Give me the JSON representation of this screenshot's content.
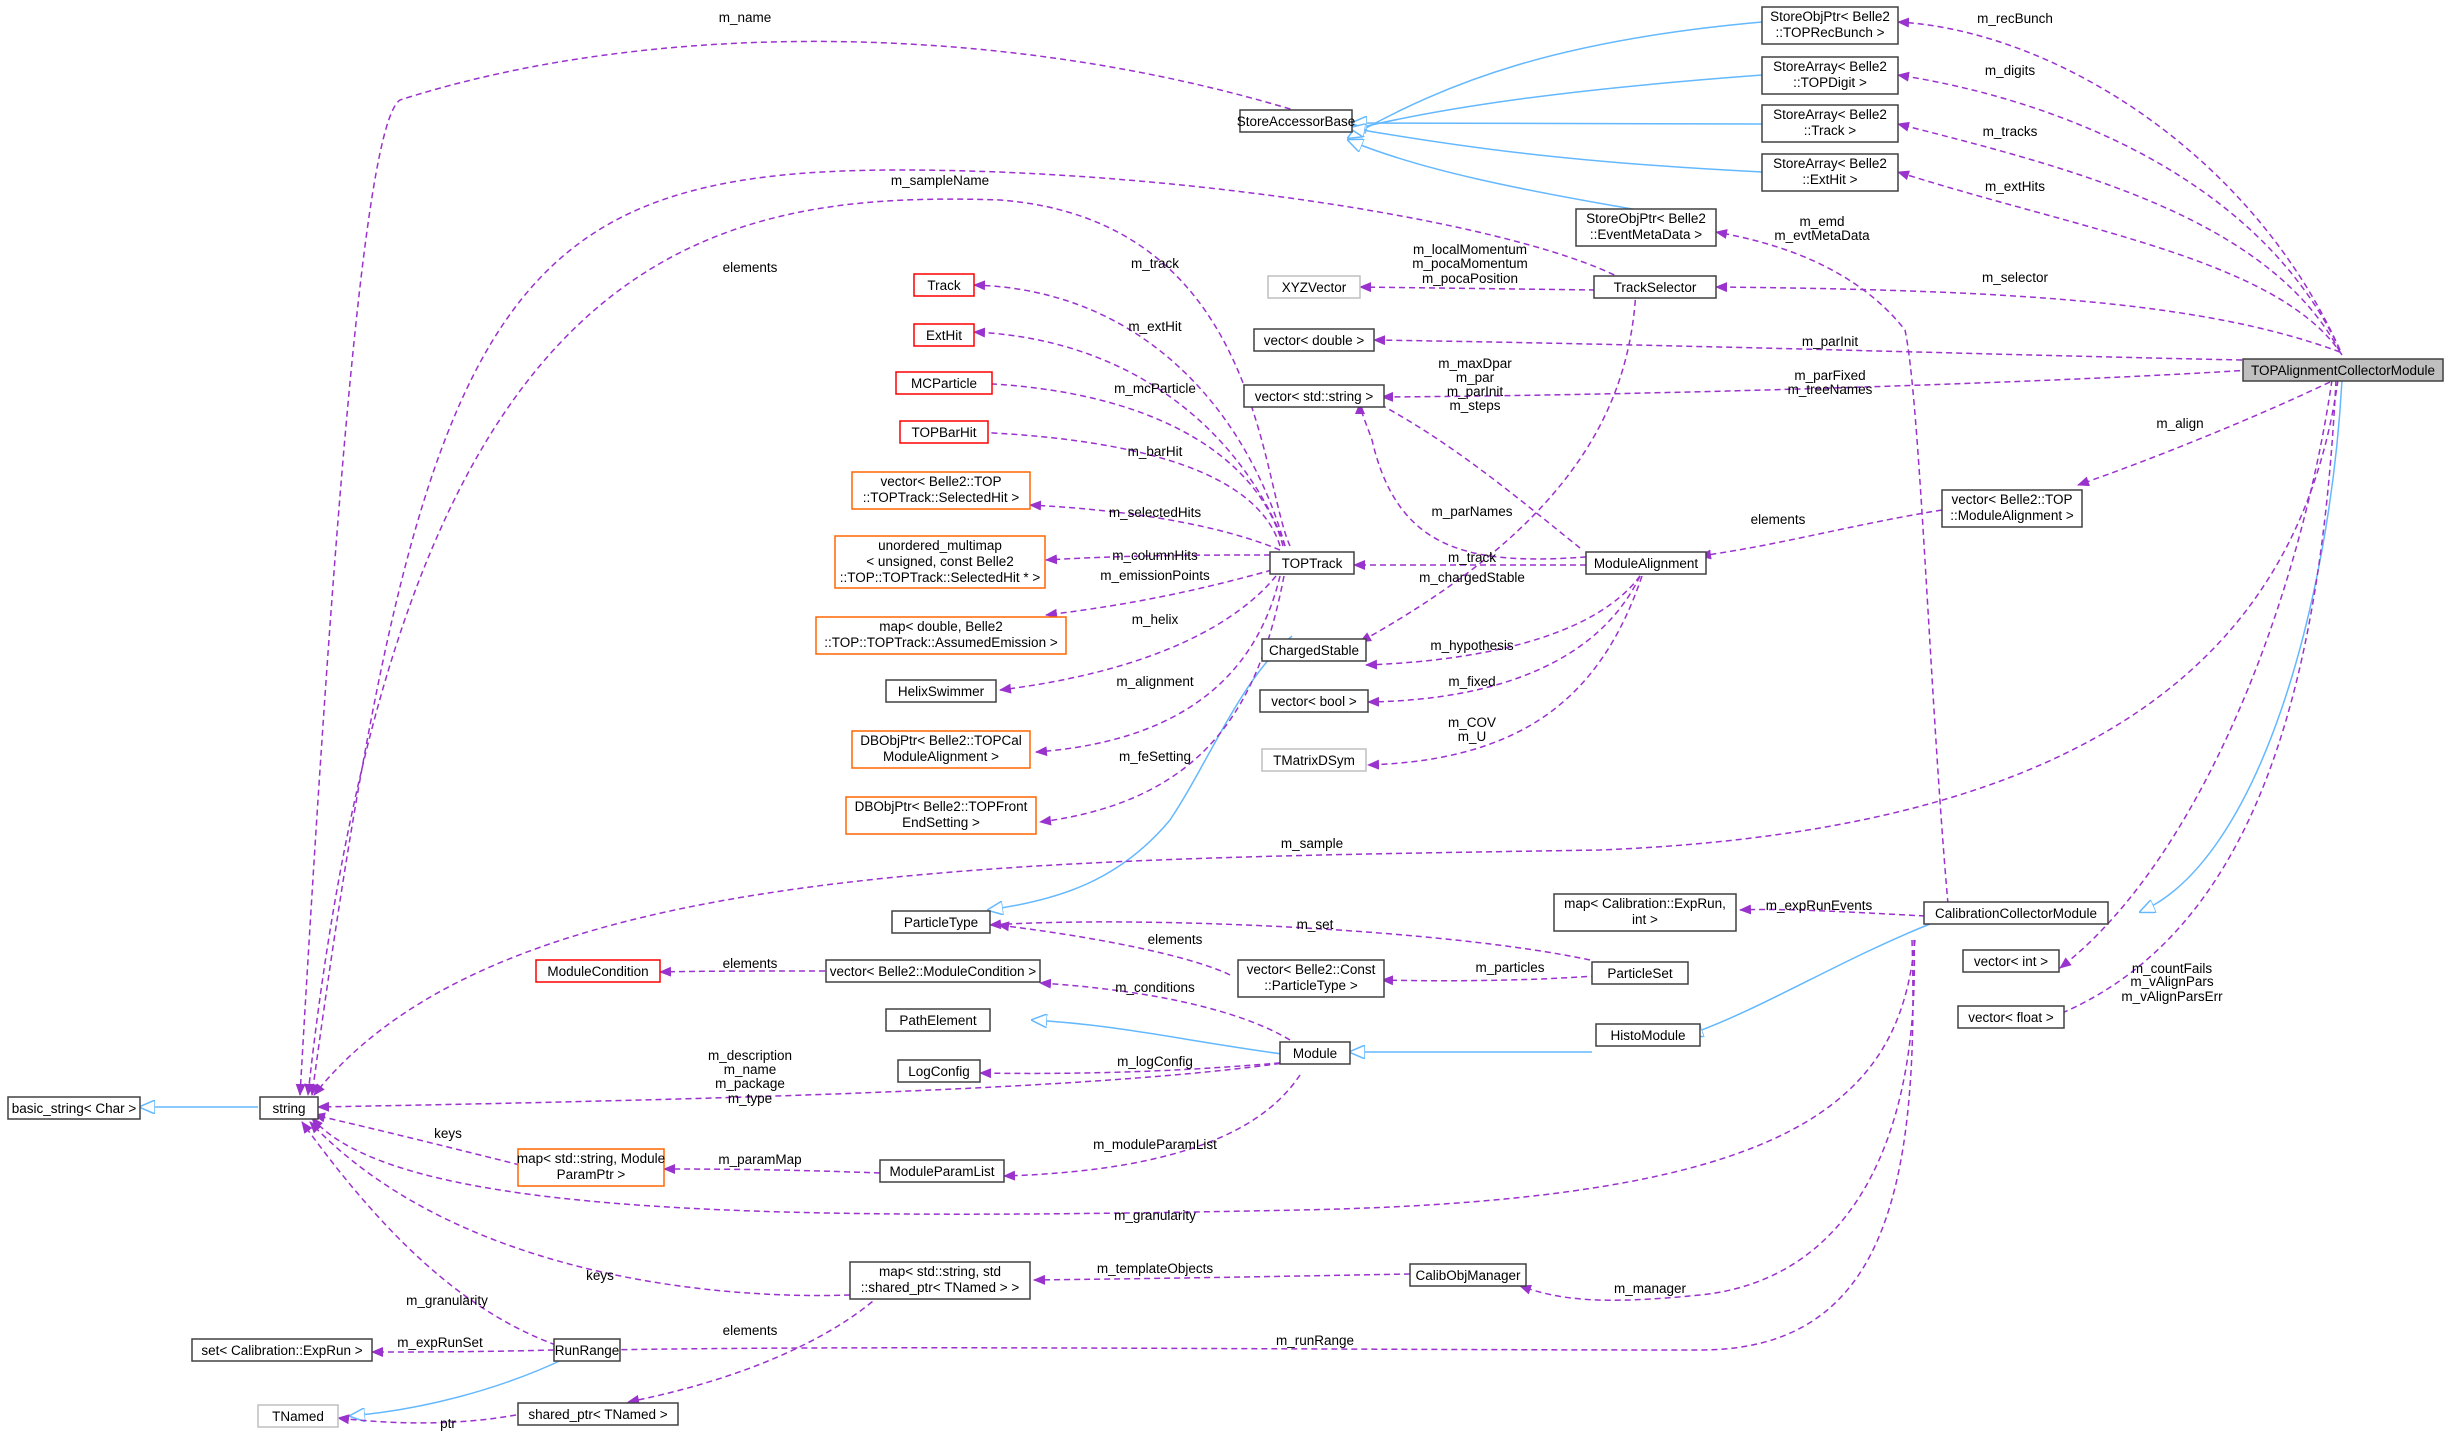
{
  "colors": {
    "usage": "#9a32cd",
    "inherit": "#63b8ff",
    "node_border": "#404040",
    "undocumented": "#ff0000",
    "template": "#ff6600",
    "external": "#bfbfbf",
    "main_fill": "#bfbfbf"
  },
  "nodes": {
    "topalign": "TOPAlignmentCollectorModule",
    "recbunch": [
      "StoreObjPtr< Belle2",
      "::TOPRecBunch >"
    ],
    "digits": [
      "StoreArray< Belle2",
      "::TOPDigit >"
    ],
    "tracks": [
      "StoreArray< Belle2",
      "::Track >"
    ],
    "exthits": [
      "StoreArray< Belle2",
      "::ExtHit >"
    ],
    "sab": "StoreAccessorBase",
    "evtmeta": [
      "StoreObjPtr< Belle2",
      "::EventMetaData >"
    ],
    "trkselector": "TrackSelector",
    "xyz": "XYZVector",
    "vdouble": "vector< double >",
    "vstring": "vector< std::string >",
    "track": "Track",
    "exthit": "ExtHit",
    "mcparticle": "MCParticle",
    "topbarhit": "TOPBarHit",
    "selhit": [
      "vector< Belle2::TOP",
      "::TOPTrack::SelectedHit >"
    ],
    "umm": [
      "unordered_multimap",
      "< unsigned, const Belle2",
      "::TOP::TOPTrack::SelectedHit * >"
    ],
    "mapemi": [
      "map< double, Belle2",
      "::TOP::TOPTrack::AssumedEmission >"
    ],
    "helix": "HelixSwimmer",
    "dbalign": [
      "DBObjPtr< Belle2::TOPCal",
      "ModuleAlignment >"
    ],
    "dbfront": [
      "DBObjPtr< Belle2::TOPFront",
      "EndSetting >"
    ],
    "toptrack": "TOPTrack",
    "modalign": "ModuleAlignment",
    "vmodalign": [
      "vector< Belle2::TOP",
      "::ModuleAlignment >"
    ],
    "charged": "ChargedStable",
    "vbool": "vector< bool >",
    "tmatrix": "TMatrixDSym",
    "particletype": "ParticleType",
    "vconst": [
      "vector< Belle2::Const",
      "::ParticleType >"
    ],
    "particleset": "ParticleSet",
    "mapexprun": [
      "map< Calibration::ExpRun,",
      "int >"
    ],
    "ccm": "CalibrationCollectorModule",
    "vint": "vector< int >",
    "vfloat": "vector< float >",
    "modcond": "ModuleCondition",
    "vmodcond": "vector< Belle2::ModuleCondition >",
    "pathelem": "PathElement",
    "logconfig": "LogConfig",
    "module": "Module",
    "histomodule": "HistoModule",
    "basicstring": "basic_string< Char >",
    "string": "string",
    "mapparam": [
      "map< std::string, Module",
      "ParamPtr >"
    ],
    "modparamlist": "ModuleParamList",
    "mapshared": [
      "map< std::string, std",
      "::shared_ptr< TNamed > >"
    ],
    "calibobj": "CalibObjManager",
    "setexprun": "set< Calibration::ExpRun >",
    "runrange": "RunRange",
    "tnamed": "TNamed",
    "sharedptr": "shared_ptr< TNamed >"
  },
  "edge_labels": {
    "m_name": "m_name",
    "m_recBunch": "m_recBunch",
    "m_digits": "m_digits",
    "m_tracks": "m_tracks",
    "m_extHits": "m_extHits",
    "m_sampleName": "m_sampleName",
    "m_emd": [
      "m_emd",
      "m_evtMetaData"
    ],
    "elements_string": "elements",
    "m_localMomentum": [
      "m_localMomentum",
      "m_pocaMomentum",
      "m_pocaPosition"
    ],
    "m_selector": "m_selector",
    "m_track_top": "m_track",
    "m_extHit": "m_extHit",
    "m_parInit": "m_parInit",
    "m_maxDpar": [
      "m_maxDpar",
      "m_par",
      "m_parInit",
      "m_steps"
    ],
    "m_parFixed": [
      "m_parFixed",
      "m_treeNames"
    ],
    "m_mcParticle": "m_mcParticle",
    "m_align": "m_align",
    "m_barHit": "m_barHit",
    "m_selectedHits": "m_selectedHits",
    "m_parNames": "m_parNames",
    "elements_modalign": "elements",
    "m_columnHits": "m_columnHits",
    "m_track_mod": "m_track",
    "m_emissionPoints": "m_emissionPoints",
    "m_chargedStable": "m_chargedStable",
    "m_helix": "m_helix",
    "m_hypothesis": "m_hypothesis",
    "m_alignment": "m_alignment",
    "m_fixed": "m_fixed",
    "m_COV": [
      "m_COV",
      "m_U"
    ],
    "m_feSetting": "m_feSetting",
    "m_sample": "m_sample",
    "m_set": "m_set",
    "elements_pt": "elements",
    "m_expRunEvents": "m_expRunEvents",
    "m_particles": "m_particles",
    "m_countFails": "m_countFails",
    "elements_mc": "elements",
    "m_conditions": "m_conditions",
    "m_vAlignPars": [
      "m_vAlignPars",
      "m_vAlignParsErr"
    ],
    "m_logConfig": "m_logConfig",
    "m_description": [
      "m_description",
      "m_name",
      "m_package",
      "m_type"
    ],
    "keys_map": "keys",
    "m_paramMap": "m_paramMap",
    "m_moduleParamList": "m_moduleParamList",
    "m_granularity_ccm": "m_granularity",
    "m_templateObjects": "m_templateObjects",
    "keys_shared": "keys",
    "m_manager": "m_manager",
    "m_granularity_rr": "m_granularity",
    "elements_shared": "elements",
    "m_runRange": "m_runRange",
    "m_expRunSet": "m_expRunSet",
    "ptr": "ptr"
  }
}
